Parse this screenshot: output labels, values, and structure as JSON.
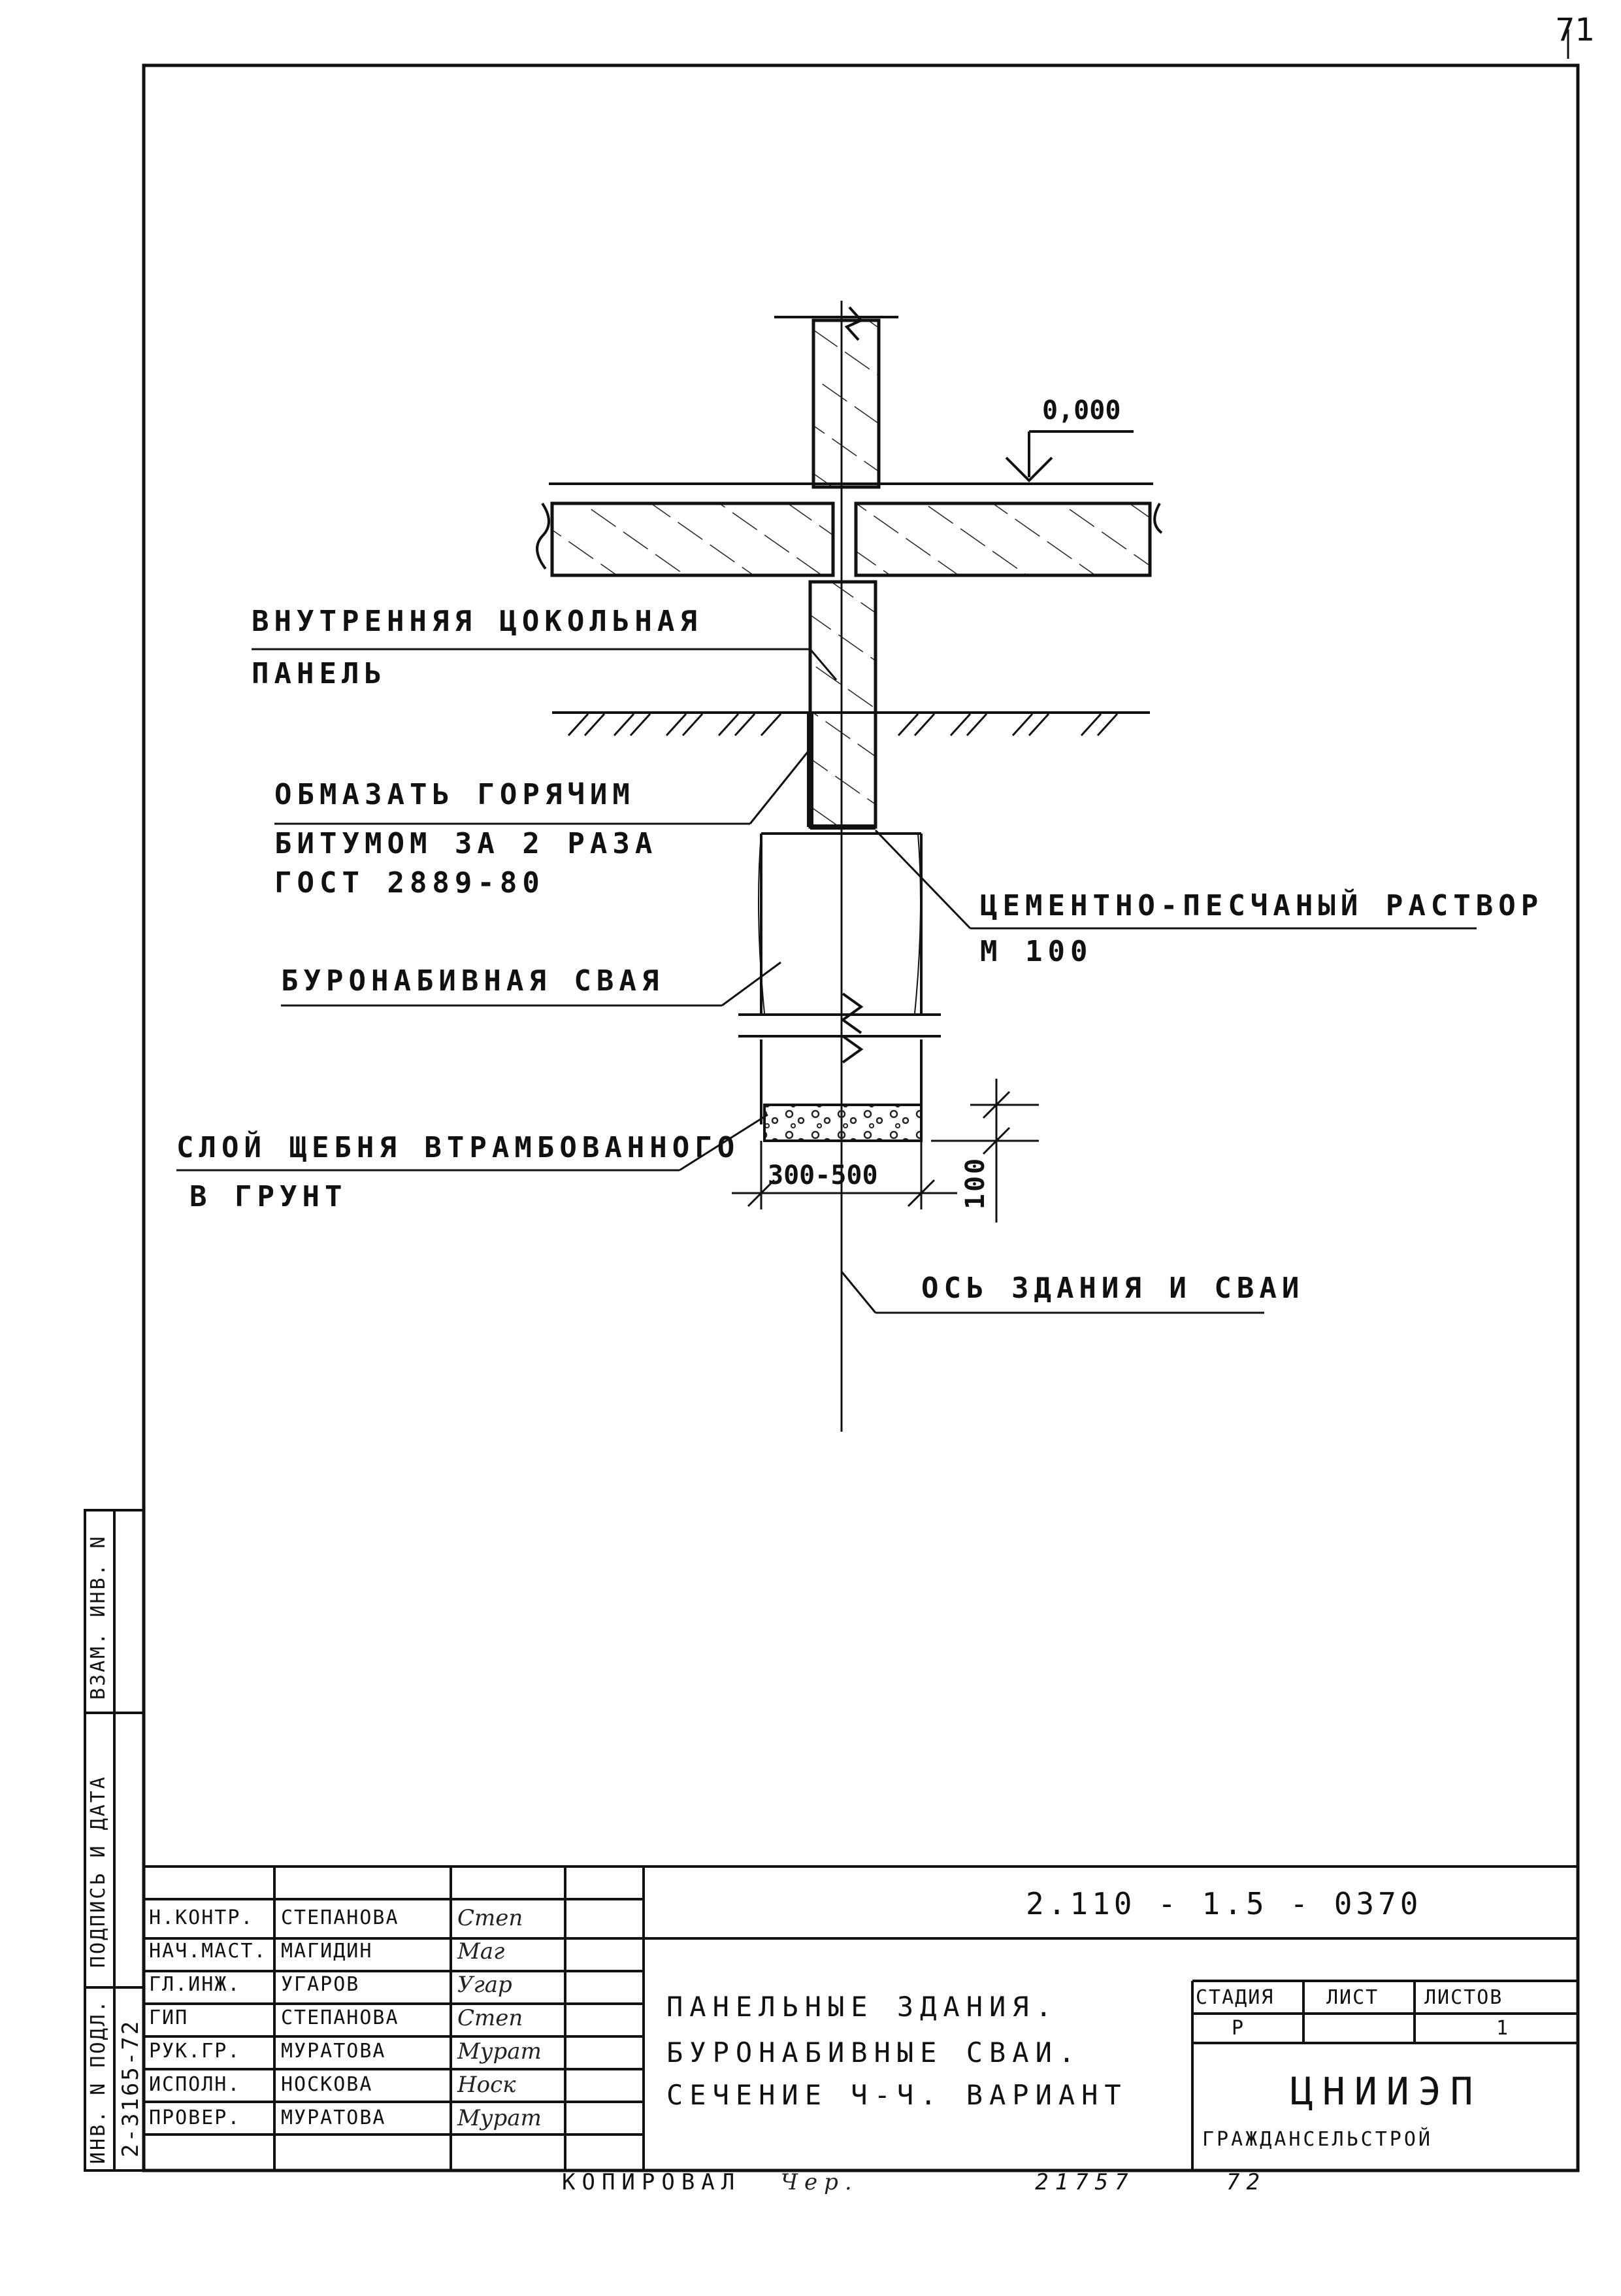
{
  "page_number": "71",
  "elevation_mark": "0,000",
  "labels": {
    "inner_panel_line1": "ВНУТРЕННЯЯ ЦОКОЛЬНАЯ",
    "inner_panel_line2": "ПАНЕЛЬ",
    "bitumen_line1": "ОБМАЗАТЬ ГОРЯЧИМ",
    "bitumen_line2": "БИТУМОМ ЗА 2 РАЗА",
    "bitumen_line3": "ГОСТ 2889-80",
    "mortar_line1": "ЦЕМЕНТНО-ПЕСЧАНЫЙ РАСТВОР",
    "mortar_line2": "М 100",
    "pile": "БУРОНАБИВНАЯ СВАЯ",
    "gravel_line1": "СЛОЙ ЩЕБНЯ ВТРАМБОВАННОГО",
    "gravel_line2": "В ГРУНТ",
    "axis": "ОСЬ ЗДАНИЯ И СВАИ"
  },
  "dimensions": {
    "width": "300-500",
    "gravel_thickness": "100"
  },
  "side_stamp": {
    "ref_inv": "ВЗАМ. ИНВ. N",
    "signature_date": "ПОДПИСЬ И ДАТА",
    "orig_inv": "ИНВ. N ПОДЛ.",
    "orig_inv_value": "2-3165-72"
  },
  "title_block": {
    "document_code": "2.110 - 1.5 - 0370",
    "title_line1": "ПАНЕЛЬНЫЕ ЗДАНИЯ.",
    "title_line2": "БУРОНАБИВНЫЕ СВАИ.",
    "title_line3": "СЕЧЕНИЕ Ч-Ч. ВАРИАНТ",
    "stage_header": "СТАДИЯ",
    "sheet_header": "ЛИСТ",
    "sheets_header": "ЛИСТОВ",
    "stage_value": "Р",
    "sheet_value": "",
    "sheets_value": "1",
    "org_line1": "ЦНИИЭП",
    "org_line2": "ГРАЖДАНСЕЛЬСТРОЙ",
    "staff": [
      {
        "role": "Н.КОНТР.",
        "name": "СТЕПАНОВА",
        "signature": "Степ"
      },
      {
        "role": "НАЧ.МАСТ.",
        "name": "МАГИДИН",
        "signature": "Маг"
      },
      {
        "role": "ГЛ.ИНЖ.",
        "name": "УГАРОВ",
        "signature": "Угар"
      },
      {
        "role": "ГИП",
        "name": "СТЕПАНОВА",
        "signature": "Степ"
      },
      {
        "role": "РУК.ГР.",
        "name": "МУРАТОВА",
        "signature": "Мурат"
      },
      {
        "role": "ИСПОЛН.",
        "name": "НОСКОВА",
        "signature": "Носк"
      },
      {
        "role": "ПРОВЕР.",
        "name": "МУРАТОВА",
        "signature": "Мурат"
      }
    ]
  },
  "footer": {
    "copied_label": "КОПИРОВАЛ",
    "copied_by": "Чер.",
    "copy_number": "21757",
    "copy_suffix": "72"
  }
}
